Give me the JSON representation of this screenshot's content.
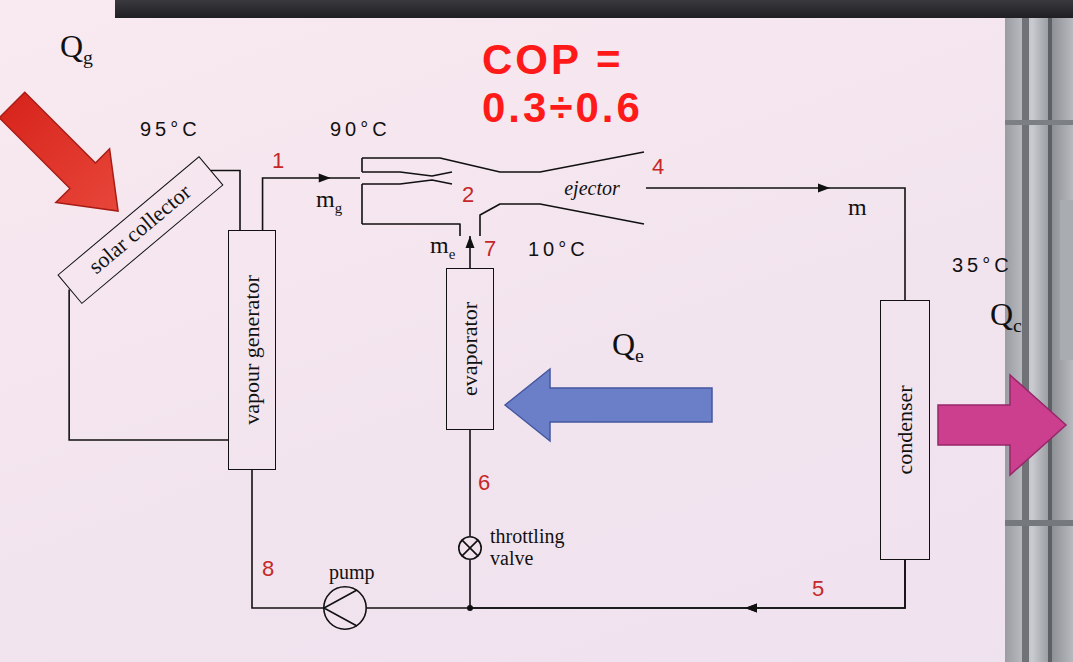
{
  "diagram": {
    "nodes": [
      {
        "text": [
          "solar collector"
        ]
      },
      {
        "text": [
          "vapour generator"
        ]
      },
      {
        "text": [
          "ejector"
        ]
      },
      {
        "text": [
          "evaporator"
        ]
      },
      {
        "text": [
          "condenser"
        ]
      },
      {
        "text": [
          "pump"
        ]
      },
      {
        "text": [
          "throttling valve"
        ]
      }
    ],
    "edges": [
      {
        "from": 0,
        "to": 1,
        "arrow": "none"
      },
      {
        "from": 1,
        "to": 2,
        "arrow": "to"
      },
      {
        "from": 3,
        "to": 2,
        "arrow": "to"
      },
      {
        "from": 2,
        "to": 4,
        "arrow": "to"
      },
      {
        "from": 4,
        "to": 5,
        "arrow": "to"
      },
      {
        "from": 4,
        "to": 6,
        "arrow": "to"
      },
      {
        "from": 6,
        "to": 3,
        "arrow": "none"
      },
      {
        "from": 5,
        "to": 1,
        "arrow": "none"
      }
    ],
    "labels": [
      "Qg",
      "95°C",
      "1",
      "90°C",
      "COP = 0.3÷0.6",
      "2",
      "4",
      "mg",
      "m",
      "me",
      "7",
      "10°C",
      "35°C",
      "Qe",
      "Qc",
      "6",
      "8",
      "5"
    ]
  }
}
